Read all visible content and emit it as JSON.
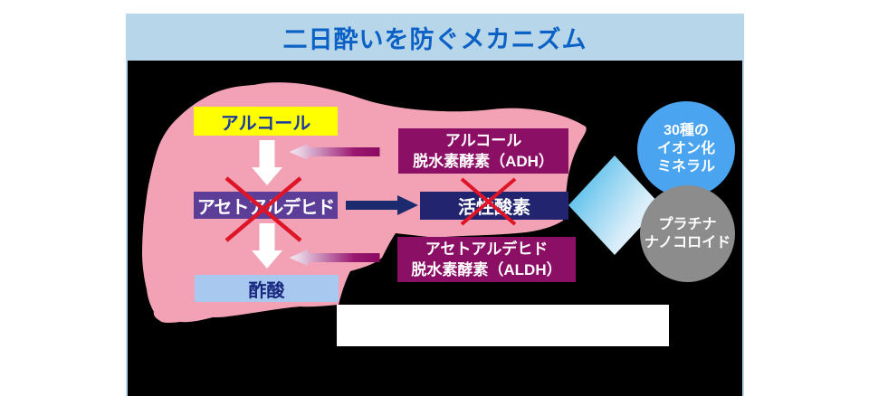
{
  "title": "二日酔いを防ぐメカニズム",
  "liver": {
    "alcohol": "アルコール",
    "acetaldehyde": "アセトアルデヒド",
    "acetic_acid": "酢酸",
    "active_oxygen": "活性酸素",
    "adh": {
      "line1": "アルコール",
      "line2": "脱水素酵素（ADH）"
    },
    "aldh": {
      "line1": "アセトアルデヒド",
      "line2": "脱水素酵素（ALDH）"
    }
  },
  "ingredients": {
    "minerals": {
      "line1": "30種の",
      "line2": "イオン化",
      "line3": "ミネラル"
    },
    "platinum": {
      "line1": "プラチナ",
      "line2": "ナノコロイド"
    }
  },
  "colors": {
    "header_bg": "#b7d6e9",
    "header_text": "#0b61c5",
    "panel_bg": "#000000",
    "liver_pink": "#f2a2b4",
    "alcohol_box": "#ffff00",
    "acetaldehyde_box": "#5c3e99",
    "acetic_acid_box": "#a9c8f0",
    "active_oxygen_box": "#232470",
    "enzyme_box": "#8c0f66",
    "arrow_navy": "#1c2a6e",
    "cross_red": "#de1528",
    "mineral_circle": "#4aa4f0",
    "platinum_circle": "#8c8c8c",
    "blocker_arrow_blue": "#3cb6e8"
  }
}
